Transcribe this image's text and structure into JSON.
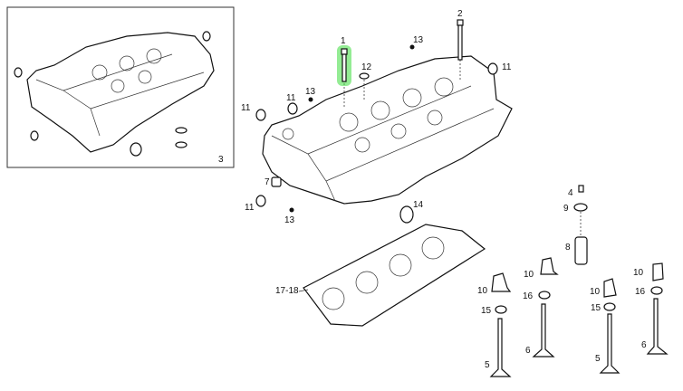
{
  "diagram": {
    "highlight_color": "#3ddc3d",
    "highlighted_part": "1",
    "inset_label": "3",
    "gasket_label": "17-18",
    "callouts": [
      "1",
      "2",
      "13",
      "12",
      "11",
      "13",
      "11",
      "11",
      "7",
      "11",
      "13",
      "14",
      "4",
      "9",
      "8",
      "10",
      "10",
      "16",
      "15",
      "10",
      "15",
      "6",
      "5",
      "10",
      "16",
      "6",
      "5"
    ]
  }
}
